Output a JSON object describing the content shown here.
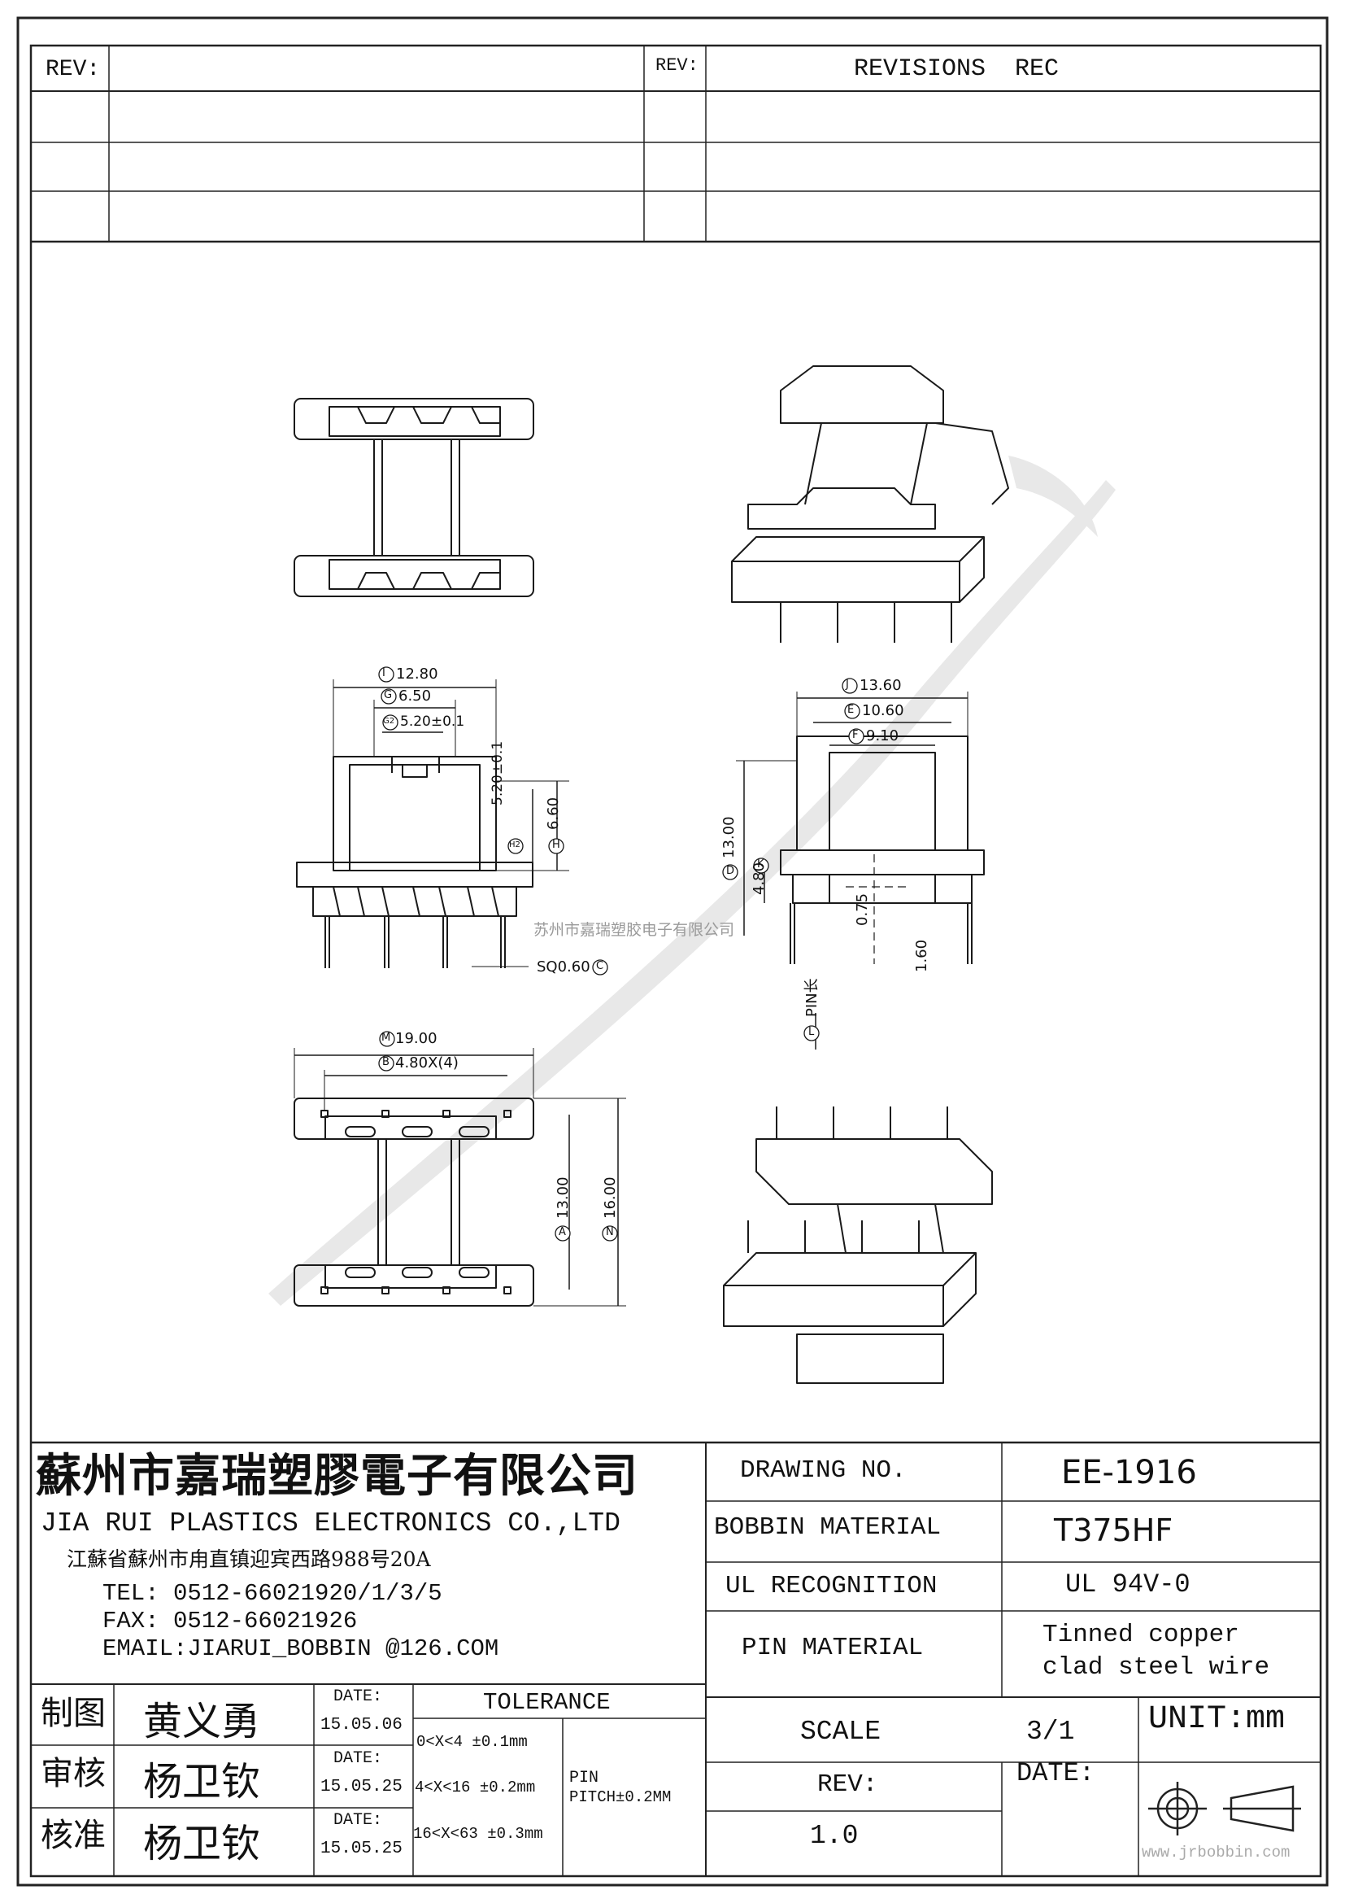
{
  "revision_table": {
    "rev_label_left": "REV:",
    "rev_label_right": "REV:",
    "revisions_label": "REVISIONS",
    "rec_label": "REC"
  },
  "dimensions": {
    "I": "12.80",
    "G": "6.50",
    "G2": "5.20±0.1",
    "J": "13.60",
    "E": "10.60",
    "F": "9.10",
    "H2": "5.20±0.1",
    "H": "6.60",
    "D": "13.00",
    "K": "4.80",
    "pin_offset": "0.75",
    "pin_len": "1.60",
    "C": "SQ0.60",
    "L": "PIN长",
    "M": "19.00",
    "B": "4.80X(4)",
    "A": "13.00",
    "N": "16.00",
    "circle_I": "I",
    "circle_G": "G",
    "circle_G2": "G2",
    "circle_J": "J",
    "circle_E": "E",
    "circle_F": "F",
    "circle_H2": "H2",
    "circle_H": "H",
    "circle_D": "D",
    "circle_K": "K",
    "circle_C": "C",
    "circle_L": "L",
    "circle_M": "M",
    "circle_B": "B",
    "circle_A": "A",
    "circle_N": "N"
  },
  "watermark_center": "苏州市嘉瑞塑胶电子有限公司",
  "watermark_url": "www.jrbobbin.com",
  "company": {
    "name_cn": "蘇州市嘉瑞塑膠電子有限公司",
    "name_en": "JIA RUI PLASTICS ELECTRONICS CO.,LTD",
    "address": "江蘇省蘇州市甪直镇迎宾西路988号20A",
    "tel": "TEL: 0512-66021920/1/3/5",
    "fax": "FAX: 0512-66021926",
    "email": "EMAIL:JIARUI_BOBBIN @126.COM"
  },
  "spec": {
    "drawing_no_label": "DRAWING  NO.",
    "drawing_no": "EE-1916",
    "bobbin_material_label": "BOBBIN  MATERIAL",
    "bobbin_material": "T375HF",
    "ul_label": "UL RECOGNITION",
    "ul": "UL 94V-0",
    "pin_material_label": "PIN MATERIAL",
    "pin_material_1": "Tinned copper",
    "pin_material_2": "clad steel wire",
    "scale_label": "SCALE",
    "scale": "3/1",
    "unit": "UNIT:mm",
    "rev_label": "REV:",
    "rev": "1.0",
    "date_label": "DATE:"
  },
  "signoff": [
    {
      "role": "制图",
      "name": "黄义勇",
      "date_label": "DATE:",
      "date": "15.05.06"
    },
    {
      "role": "审核",
      "name": "杨卫钦",
      "date_label": "DATE:",
      "date": "15.05.25"
    },
    {
      "role": "核准",
      "name": "杨卫钦",
      "date_label": "DATE:",
      "date": "15.05.25"
    }
  ],
  "tolerance": {
    "label": "TOLERANCE",
    "rows": [
      "0<X<4  ±0.1mm",
      "4<X<16 ±0.2mm",
      "16<X<63 ±0.3mm"
    ],
    "pin_label": "PIN",
    "pin_value": "PITCH±0.2MM"
  }
}
